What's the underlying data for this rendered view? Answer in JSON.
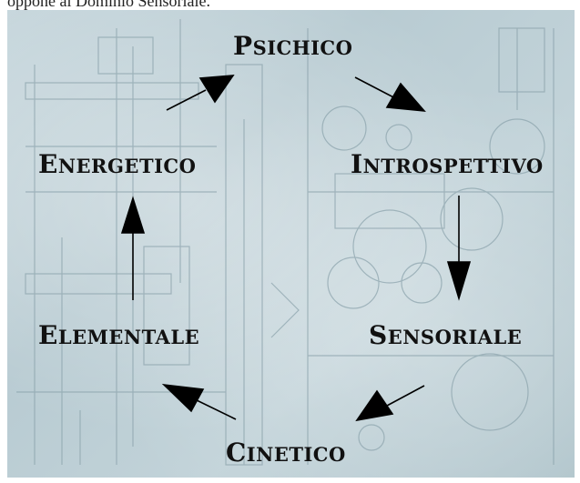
{
  "caption": "oppone al Dominio Sensoriale.",
  "diagram": {
    "nodes": [
      {
        "id": "psichico",
        "first": "P",
        "rest": "sichico"
      },
      {
        "id": "introspettivo",
        "first": "I",
        "rest": "ntrospettivo"
      },
      {
        "id": "sensoriale",
        "first": "S",
        "rest": "ensoriale"
      },
      {
        "id": "cinetico",
        "first": "C",
        "rest": "inetico"
      },
      {
        "id": "elementale",
        "first": "E",
        "rest": "lementale"
      },
      {
        "id": "energetico",
        "first": "E",
        "rest": "nergetico"
      }
    ],
    "edges": [
      {
        "from": "psichico",
        "to": "introspettivo"
      },
      {
        "from": "introspettivo",
        "to": "sensoriale"
      },
      {
        "from": "sensoriale",
        "to": "cinetico"
      },
      {
        "from": "cinetico",
        "to": "elementale"
      },
      {
        "from": "elementale",
        "to": "energetico"
      },
      {
        "from": "energetico",
        "to": "psichico"
      }
    ]
  },
  "colors": {
    "text": "#111111",
    "arrow": "#000000",
    "background": "#bccdd3",
    "sketch": "#8aa2ab"
  }
}
